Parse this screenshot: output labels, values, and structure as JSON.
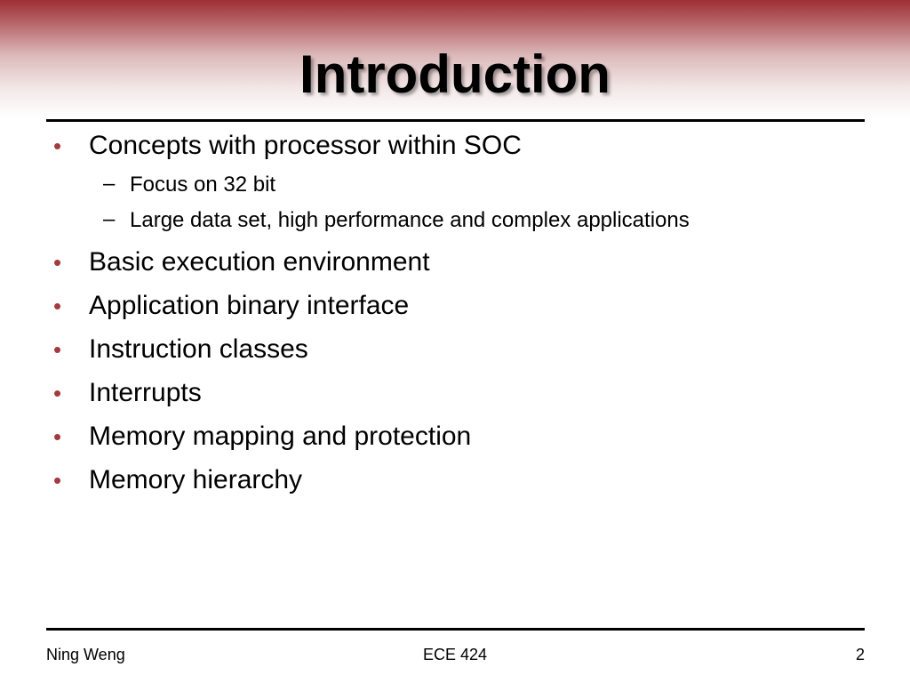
{
  "slide": {
    "title": "Introduction",
    "bullets": [
      {
        "text": "Concepts with processor within SOC",
        "sub": [
          "Focus on 32 bit",
          "Large data set, high performance and complex applications"
        ]
      },
      {
        "text": "Basic execution environment"
      },
      {
        "text": "Application binary interface"
      },
      {
        "text": "Instruction classes"
      },
      {
        "text": "Interrupts"
      },
      {
        "text": "Memory mapping and protection"
      },
      {
        "text": "Memory hierarchy"
      }
    ],
    "bullet_glyph": "•",
    "sub_glyph": "–",
    "colors": {
      "header_band": "#9e2f35",
      "bullet": "#a33a3f"
    }
  },
  "footer": {
    "author": "Ning Weng",
    "course": "ECE 424",
    "page_number": "2"
  }
}
